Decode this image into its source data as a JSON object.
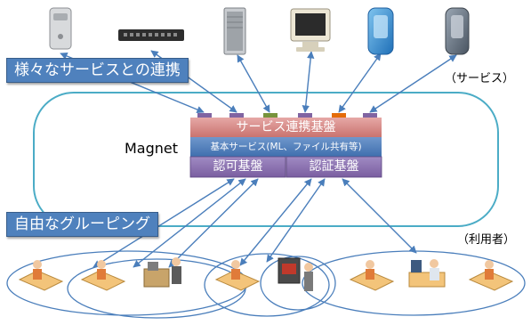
{
  "banners": {
    "services_integration": "様々なサービスとの連携",
    "free_grouping": "自由なグルーピング"
  },
  "labels": {
    "services": "（サービス）",
    "users": "（利用者）",
    "system_name": "Magnet"
  },
  "platform": {
    "service_integration": "サービス連携基盤",
    "basic_services": "基本サービス(ML、ファイル共有等)",
    "authorization": "認可基盤",
    "authentication": "認証基盤"
  },
  "service_icons": [
    "mac-mini-icon",
    "network-switch-icon",
    "mac-pro-tower-icon",
    "crt-monitor-icon",
    "blue-g4-cube-icon",
    "graphite-g4-cube-icon"
  ],
  "user_icons": [
    "user-at-desk-icon",
    "user-at-desk-icon",
    "user-at-machine-icon",
    "user-at-desk-icon",
    "presenter-icon",
    "user-at-desk-icon",
    "scientist-microscope-icon",
    "user-at-desk-icon"
  ],
  "colors": {
    "accent_blue": "#4f81bd",
    "platform_top": "#d99694",
    "platform_mid": "#4f81bd",
    "platform_bottom": "#8064a2",
    "cloud_border": "#4bacc6",
    "arrow": "#4a7ebb"
  }
}
